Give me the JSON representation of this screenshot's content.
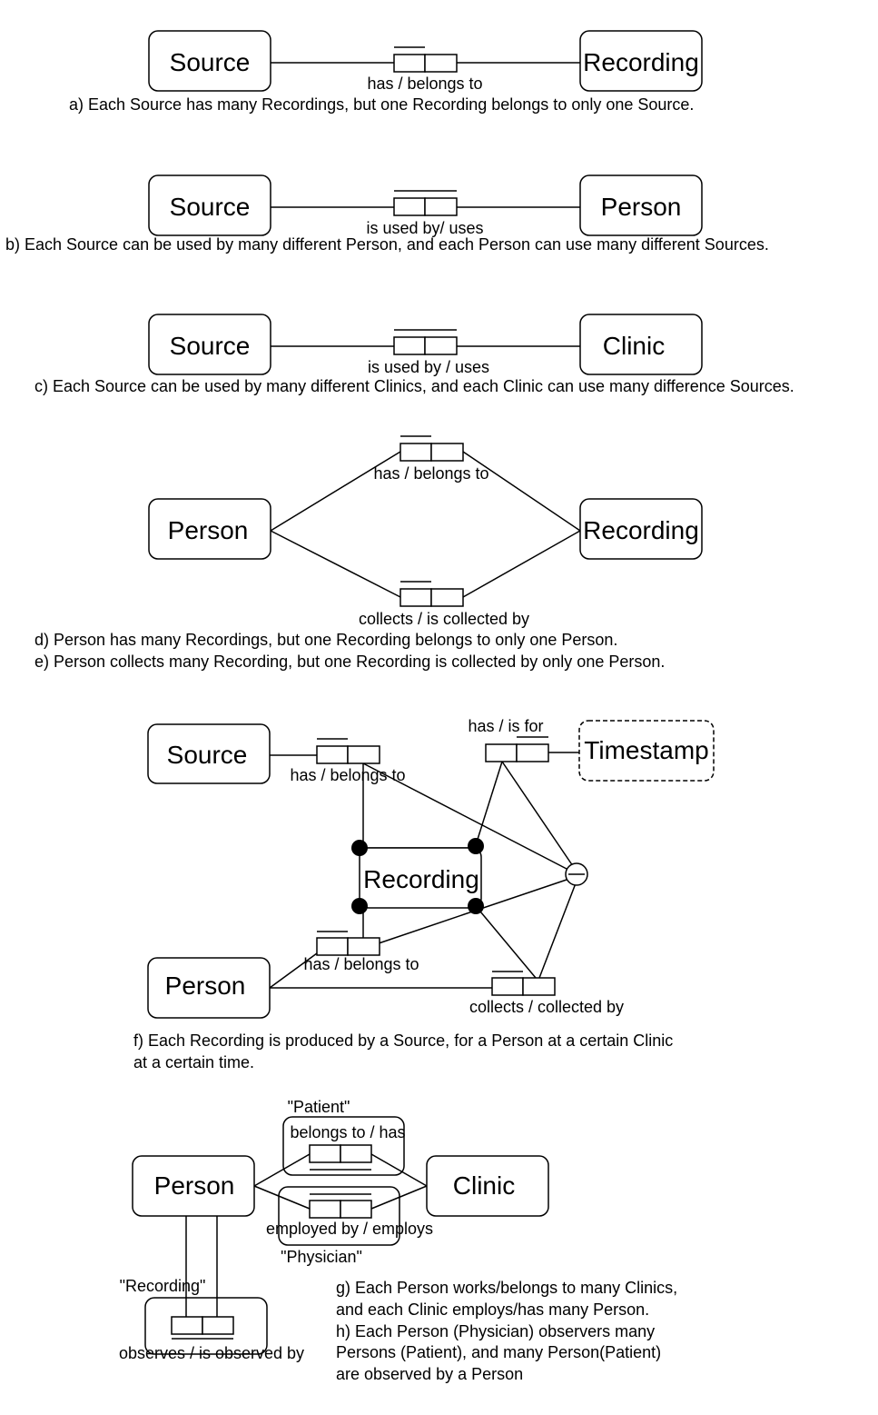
{
  "sections": {
    "a": {
      "left": "Source",
      "right": "Recording",
      "label": "has / belongs to",
      "caption": "a) Each Source has many Recordings, but one Recording belongs to only one Source."
    },
    "b": {
      "left": "Source",
      "right": "Person",
      "label": "is used by/ uses",
      "caption": "b) Each Source can be used by many different Person, and each Person can use many different Sources."
    },
    "c": {
      "left": "Source",
      "right": "Clinic",
      "label": "is used by / uses",
      "caption": "c) Each Source can be used by many different Clinics, and each Clinic can use many difference Sources."
    },
    "de": {
      "left": "Person",
      "right": "Recording",
      "label_top": "has / belongs to",
      "label_bottom": "collects / is collected by",
      "caption_d": "d) Person has many Recordings, but one Recording belongs to only one Person.",
      "caption_e": "e) Person collects many Recording, but one Recording is collected by only one Person."
    },
    "f": {
      "source": "Source",
      "timestamp": "Timestamp",
      "recording": "Recording",
      "person": "Person",
      "label_source": "has / belongs to",
      "label_timestamp": "has / is for",
      "label_person": "has / belongs to",
      "label_collects": "collects / collected by",
      "caption_1": "f) Each Recording is produced by a Source, for a Person at a certain Clinic",
      "caption_2": "at a certain time."
    },
    "gh": {
      "person": "Person",
      "clinic": "Clinic",
      "patient_role": "\"Patient\"",
      "patient_label": "belongs to / has",
      "physician_label": "employed by / employs",
      "physician_role": "\"Physician\"",
      "recording_role": "\"Recording\"",
      "observes_label": "observes / is observed by",
      "caption_1": "g) Each Person works/belongs to many Clinics,",
      "caption_2": "and each Clinic employs/has many Person.",
      "caption_3": "h) Each Person (Physician) observers many",
      "caption_4": "Persons (Patient), and many Person(Patient)",
      "caption_5": "are observed by a Person"
    }
  }
}
